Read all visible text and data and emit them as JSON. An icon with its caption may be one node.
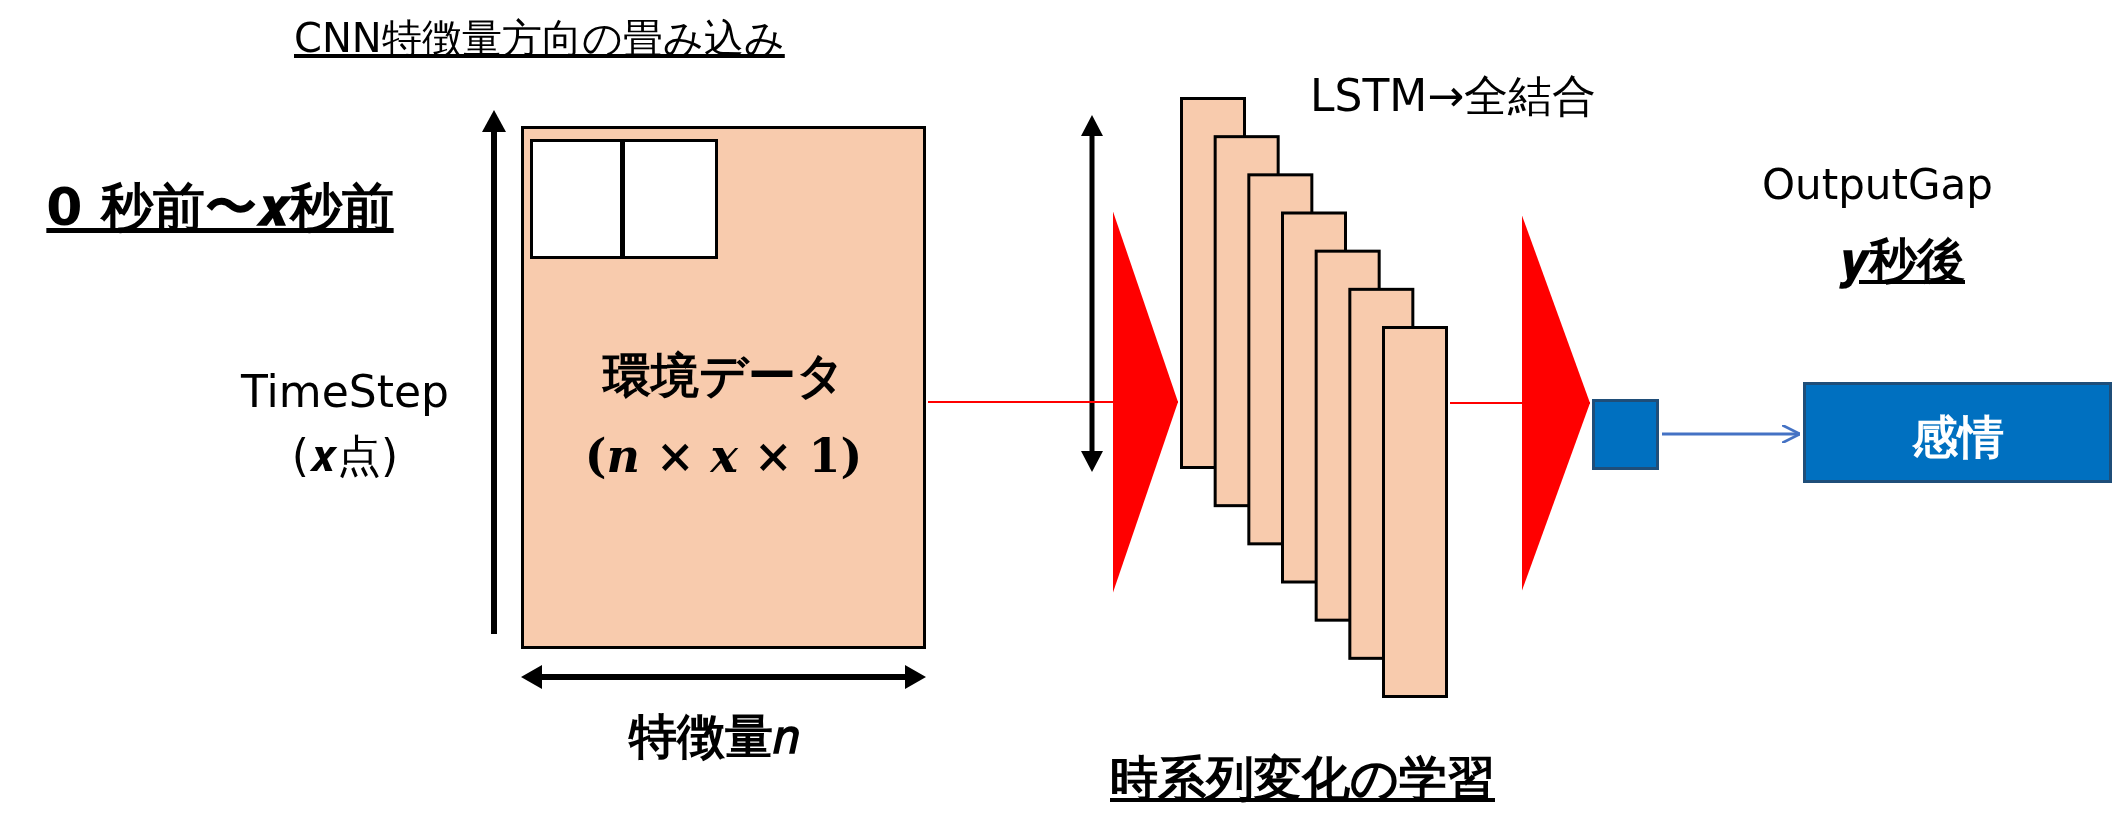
{
  "diagram": {
    "nodes": [
      {
        "text": [
          "環境データ",
          "(*n* × *x* × 1)"
        ]
      },
      {
        "text": [],
        "shape": "box",
        "in": 0
      },
      {
        "text": [],
        "shape": "box",
        "in": 0
      },
      {
        "text": [],
        "shape": "box"
      },
      {
        "text": [],
        "shape": "box"
      },
      {
        "text": [
          "感情"
        ]
      }
    ],
    "edges": [
      {
        "from": 0,
        "to": 3,
        "arrow": "to",
        "color": "#ff0000"
      },
      {
        "from": 3,
        "to": 4,
        "arrow": "to",
        "color": "#ff0000"
      },
      {
        "from": 4,
        "to": 5,
        "arrow": "to",
        "color": "#4472c4"
      }
    ],
    "labels": [
      "CNN特徴量方向の畳み込み",
      "0 秒前〜𝒙秒前",
      "TimeStep (𝒙点)",
      "特徴量𝑛",
      "LSTM→全結合",
      "時系列変化の学習",
      "OutputGap",
      "𝒚秒後"
    ]
  }
}
